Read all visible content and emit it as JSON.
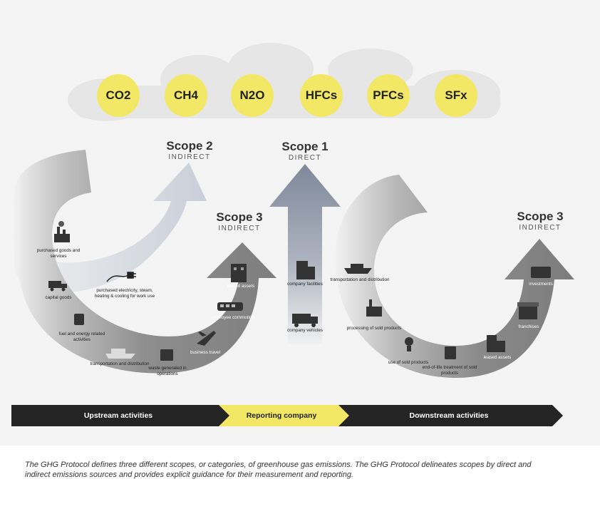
{
  "gases": [
    "CO2",
    "CH4",
    "N2O",
    "HFCs",
    "PFCs",
    "SFx"
  ],
  "scopes": {
    "scope2": {
      "title": "Scope 2",
      "subtitle": "INDIRECT"
    },
    "scope1": {
      "title": "Scope 1",
      "subtitle": "DIRECT"
    },
    "scope3_up": {
      "title": "Scope 3",
      "subtitle": "INDIRECT"
    },
    "scope3_down": {
      "title": "Scope 3",
      "subtitle": "INDIRECT"
    }
  },
  "labels": {
    "purchased_goods": "purchased goods and services",
    "capital_goods": "capital goods",
    "fuel_energy": "fuel and energy related activities",
    "transport_up": "transportation and distribution",
    "waste": "waste generated in operations",
    "business_travel": "business travel",
    "employee_commuting": "employee commuting",
    "leased_assets_up": "leased assets",
    "purchased_electricity": "purchased electricity, steam, heating & cooling for work use",
    "company_facilities": "company facilities",
    "company_vehicles": "company vehicles",
    "transport_down": "transportation and distribution",
    "processing": "processing of sold products",
    "use_sold": "use of sold products",
    "end_of_life": "end-of-life treatment of sold products",
    "leased_assets_down": "leased assets",
    "franchises": "franchises",
    "investments": "investments"
  },
  "bar": {
    "upstream": "Upstream activities",
    "reporting": "Reporting company",
    "downstream": "Downstream activities"
  },
  "caption": "The GHG Protocol defines three different scopes, or categories, of greenhouse gas emissions. The GHG Protocol delineates scopes by direct and indirect emissions sources and provides explicit guidance for their measurement and reporting.",
  "colors": {
    "accent_yellow": "#f2e866",
    "bar_dark": "#242424",
    "arrow_light": "#ced2da",
    "arrow_scope1": "#8f99aa",
    "arrow_scope3": "#9a9a9a",
    "cloud": "#e6e6e6"
  }
}
